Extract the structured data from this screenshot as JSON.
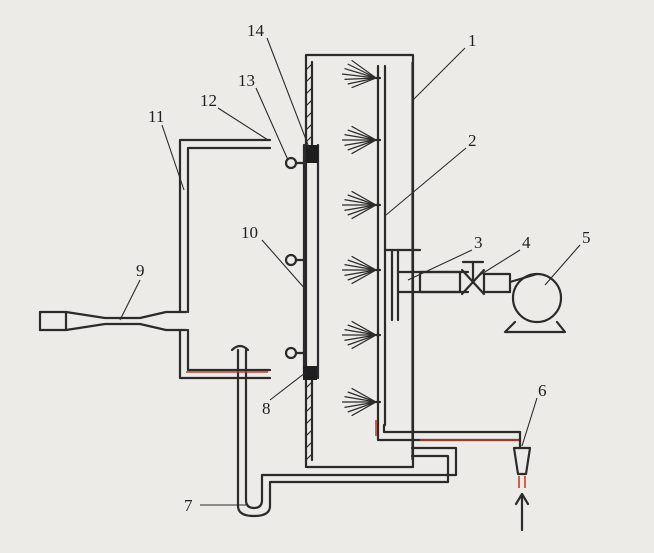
{
  "labels": {
    "l1": "1",
    "l2": "2",
    "l3": "3",
    "l4": "4",
    "l5": "5",
    "l6": "6",
    "l7": "7",
    "l8": "8",
    "l9": "9",
    "l10": "10",
    "l11": "11",
    "l12": "12",
    "l13": "13",
    "l14": "14"
  },
  "colors": {
    "background": "#ecebe8",
    "line": "#2b2b2b",
    "pipe_accent": "#c2412b"
  }
}
